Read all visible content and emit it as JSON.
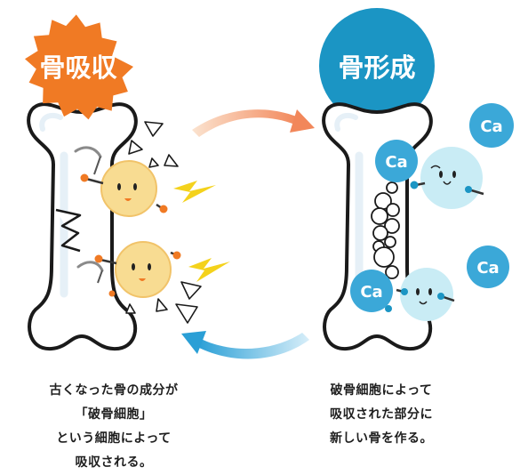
{
  "left_panel": {
    "badge": "骨吸収",
    "caption_lines": [
      "古くなった骨の成分が",
      "「破骨細胞」",
      "という細胞によって",
      "吸収される。"
    ]
  },
  "right_panel": {
    "badge": "骨形成",
    "ion_label": "Ca",
    "caption_lines": [
      "破骨細胞によって",
      "吸収された部分に",
      "新しい骨を作る。"
    ]
  },
  "colors": {
    "resorption_orange": "#f07a24",
    "formation_blue": "#1b95c4",
    "ca_blue": "#3ba8d8",
    "osteoblast_light": "#c9ecf5",
    "osteoclast_yellow": "#f8dc92",
    "bone_outline": "#1a1a1a",
    "bolt_yellow": "#f4d21c"
  }
}
